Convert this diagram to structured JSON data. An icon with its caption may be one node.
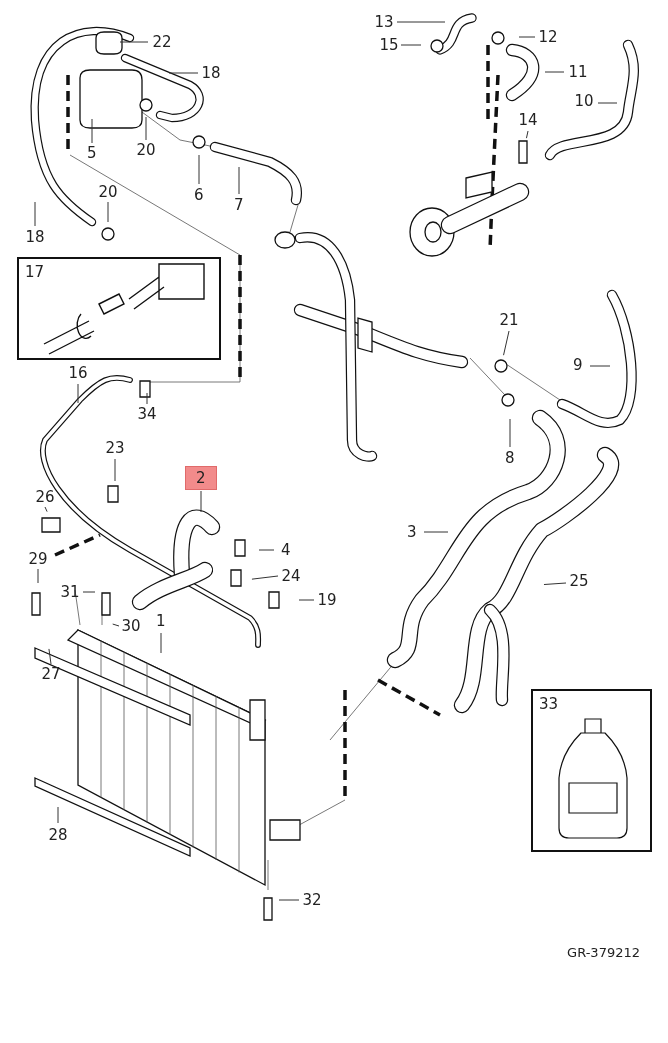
{
  "diagram": {
    "nodes": [
      {
        "text": [
          "22"
        ]
      },
      {
        "text": [
          "18"
        ]
      },
      {
        "text": [
          "13"
        ]
      },
      {
        "text": [
          "12"
        ]
      },
      {
        "text": [
          "15"
        ]
      },
      {
        "text": [
          "5"
        ]
      },
      {
        "text": [
          "20"
        ]
      },
      {
        "text": [
          "11"
        ]
      },
      {
        "text": [
          "6"
        ]
      },
      {
        "text": [
          "10"
        ]
      },
      {
        "text": [
          "7"
        ]
      },
      {
        "text": [
          "14"
        ]
      },
      {
        "text": [
          "20"
        ]
      },
      {
        "text": [
          "18"
        ]
      },
      {
        "text": [
          "17"
        ]
      },
      {
        "text": [
          "16"
        ]
      },
      {
        "text": [
          "21"
        ]
      },
      {
        "text": [
          "9"
        ]
      },
      {
        "text": [
          "34"
        ]
      },
      {
        "text": [
          "8"
        ]
      },
      {
        "text": [
          "23"
        ]
      },
      {
        "text": [
          "2"
        ]
      },
      {
        "text": [
          "26"
        ]
      },
      {
        "text": [
          "3"
        ]
      },
      {
        "text": [
          "4"
        ]
      },
      {
        "text": [
          "24"
        ]
      },
      {
        "text": [
          "25"
        ]
      },
      {
        "text": [
          "29"
        ]
      },
      {
        "text": [
          "31"
        ]
      },
      {
        "text": [
          "19"
        ]
      },
      {
        "text": [
          "1"
        ]
      },
      {
        "text": [
          "30"
        ]
      },
      {
        "text": [
          "27"
        ]
      },
      {
        "text": [
          "33"
        ]
      },
      {
        "text": [
          "28"
        ]
      },
      {
        "text": [
          "32"
        ]
      }
    ],
    "edges": [
      {
        "from": 0,
        "to": null,
        "arrow": "none"
      },
      {
        "from": 1,
        "to": null,
        "arrow": "none"
      },
      {
        "from": 2,
        "to": null,
        "arrow": "none"
      },
      {
        "from": 3,
        "to": null,
        "arrow": "none"
      },
      {
        "from": 4,
        "to": null,
        "arrow": "none"
      },
      {
        "from": 5,
        "to": null,
        "arrow": "none"
      },
      {
        "from": 6,
        "to": null,
        "arrow": "none"
      },
      {
        "from": 7,
        "to": null,
        "arrow": "none"
      },
      {
        "from": 8,
        "to": null,
        "arrow": "none"
      },
      {
        "from": 9,
        "to": null,
        "arrow": "none"
      },
      {
        "from": 10,
        "to": null,
        "arrow": "none"
      },
      {
        "from": 11,
        "to": null,
        "arrow": "none"
      },
      {
        "from": 12,
        "to": null,
        "arrow": "none"
      },
      {
        "from": 13,
        "to": null,
        "arrow": "none"
      },
      {
        "from": 15,
        "to": null,
        "arrow": "none"
      },
      {
        "from": 16,
        "to": null,
        "arrow": "none"
      },
      {
        "from": 17,
        "to": null,
        "arrow": "none"
      },
      {
        "from": 18,
        "to": null,
        "arrow": "none"
      },
      {
        "from": 19,
        "to": null,
        "arrow": "none"
      },
      {
        "from": 20,
        "to": null,
        "arrow": "none"
      },
      {
        "from": 21,
        "to": null,
        "arrow": "none"
      },
      {
        "from": 22,
        "to": null,
        "arrow": "none"
      },
      {
        "from": 23,
        "to": null,
        "arrow": "none"
      },
      {
        "from": 24,
        "to": null,
        "arrow": "none"
      },
      {
        "from": 25,
        "to": null,
        "arrow": "none"
      },
      {
        "from": 26,
        "to": null,
        "arrow": "none"
      },
      {
        "from": 27,
        "to": null,
        "arrow": "none"
      },
      {
        "from": 28,
        "to": null,
        "arrow": "none"
      },
      {
        "from": 29,
        "to": null,
        "arrow": "none"
      },
      {
        "from": 30,
        "to": null,
        "arrow": "none"
      },
      {
        "from": 31,
        "to": null,
        "arrow": "none"
      },
      {
        "from": 32,
        "to": null,
        "arrow": "none"
      },
      {
        "from": 34,
        "to": null,
        "arrow": "none"
      },
      {
        "from": 35,
        "to": null,
        "arrow": "none"
      }
    ],
    "labels": [
      "GR-379212"
    ]
  }
}
